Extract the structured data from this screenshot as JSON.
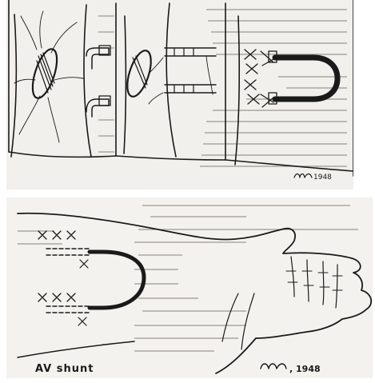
{
  "figure_top": {
    "year": "1948"
  },
  "figure_bottom": {
    "caption": "AV shunt",
    "year": ", 1948"
  }
}
